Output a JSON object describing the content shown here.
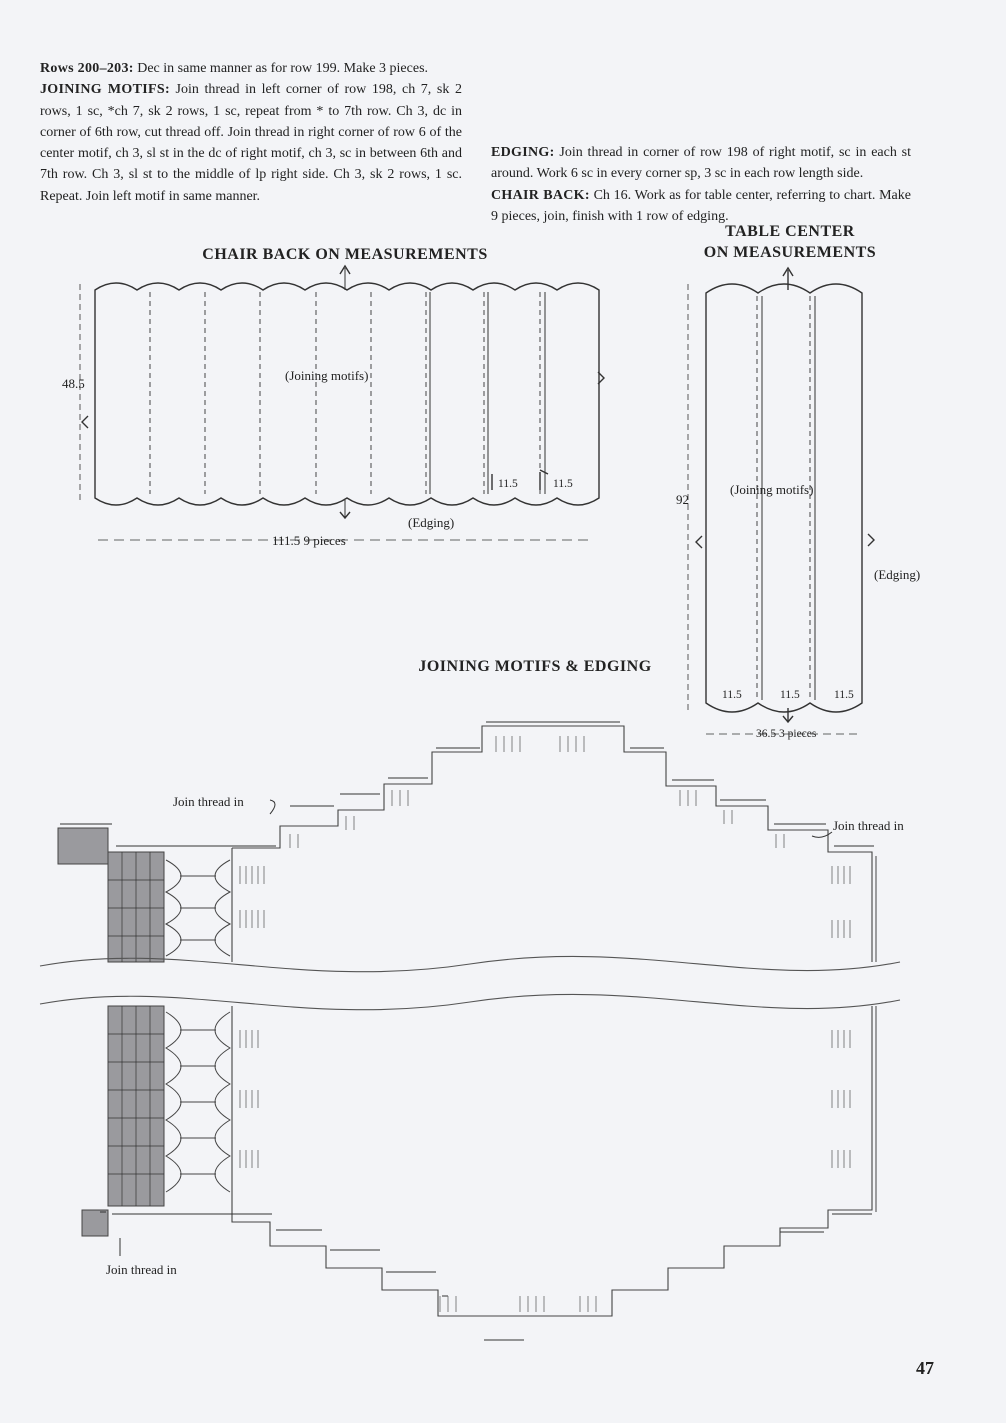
{
  "paragraphs": {
    "rows_head": "Rows 200–203:",
    "rows_body": " Dec in same manner as for row 199. Make 3 pieces.",
    "joining_head": "JOINING MOTIFS:",
    "joining_body": " Join thread in left corner of row 198, ch 7, sk 2 rows, 1 sc, *ch 7, sk 2 rows, 1 sc, repeat from * to 7th row. Ch 3, dc in corner of 6th row, cut thread off. Join thread in right corner of row 6 of the center motif, ch 3, sl st in the dc of right motif, ch 3, sc in between 6th and 7th row. Ch 3, sl st to the middle of lp right side. Ch 3, sk 2 rows, 1 sc. Repeat. Join left motif in same manner.",
    "edging_head": "EDGING:",
    "edging_body": " Join thread in corner of row 198 of right motif, sc in each st around. Work 6 sc in every corner sp, 3 sc in each row length side.",
    "chairback_head": "CHAIR BACK:",
    "chairback_body": " Ch 16. Work as for table center, referring to chart. Make 9 pieces, join, finish with 1 row of edging."
  },
  "chair_back_diagram": {
    "title": "CHAIR BACK ON MEASUREMENTS",
    "height_label": "48.5",
    "center_label": "(Joining motifs)",
    "width_label": "111.5 9 pieces",
    "edging_label": "(Edging)",
    "motif_width_1": "11.5",
    "motif_width_2": "11.5"
  },
  "table_center_diagram": {
    "title_line1": "TABLE CENTER",
    "title_line2": "ON MEASUREMENTS",
    "height_label": "92",
    "center_label": "(Joining motifs)",
    "edging_label": "(Edging)",
    "motif_widths": [
      "11.5",
      "11.5",
      "11.5"
    ],
    "width_label": "36.5 3 pieces"
  },
  "joining_chart": {
    "title": "JOINING MOTIFS & EDGING",
    "label_top_left": "Join thread in",
    "label_top_right": "Join thread in",
    "label_bottom_left": "Join thread in"
  },
  "page_number": "47",
  "colors": {
    "ink": "#222222",
    "paper": "#f3f4f7",
    "shade": "#9a9a9e",
    "chart_line": "#555555"
  }
}
